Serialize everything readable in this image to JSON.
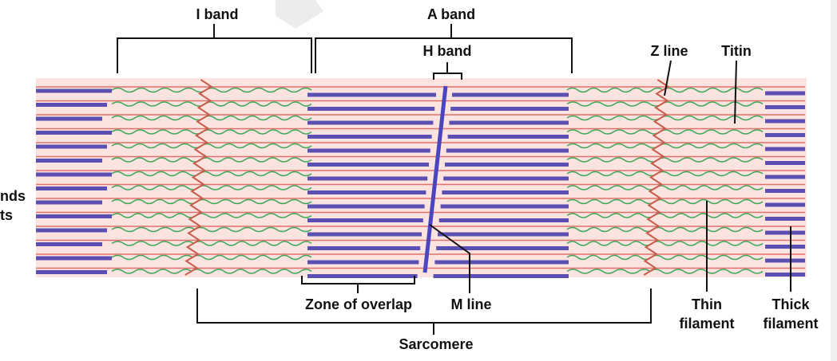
{
  "labels": {
    "i_band": "I band",
    "a_band": "A band",
    "h_band": "H band",
    "z_line": "Z line",
    "titin": "Titin",
    "partial_left_1": "nds",
    "partial_left_2": "ts",
    "zone_of_overlap": "Zone of overlap",
    "m_line": "M line",
    "thin_filament_1": "Thin",
    "thin_filament_2": "filament",
    "thick_filament_1": "Thick",
    "thick_filament_2": "filament",
    "sarcomere": "Sarcomere"
  },
  "colors": {
    "background_band": "#fbe4df",
    "thick_filament": "#5b4fb3",
    "thin_filament": "#e0706a",
    "titin": "#3fa65b",
    "z_line": "#c85c4c",
    "m_line": "#4b45c0",
    "bracket": "#111111",
    "text": "#111111"
  },
  "icons": {
    "top_decoration": "arrow-shape"
  }
}
